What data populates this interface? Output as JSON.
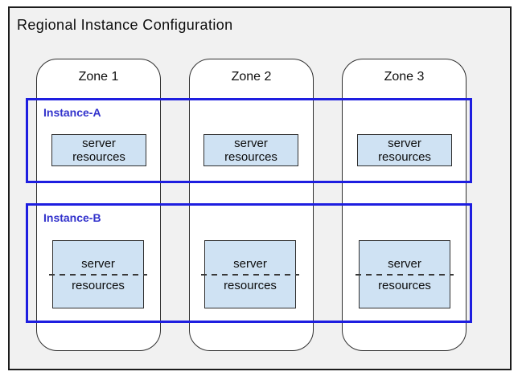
{
  "diagram": {
    "title": "Regional Instance Configuration"
  },
  "zones": [
    {
      "label": "Zone 1"
    },
    {
      "label": "Zone 2"
    },
    {
      "label": "Zone 3"
    }
  ],
  "instances": [
    {
      "label": "Instance-A",
      "server_boxes": [
        {
          "line1": "server",
          "line2": "resources",
          "divider": "none"
        },
        {
          "line1": "server",
          "line2": "resources",
          "divider": "none"
        },
        {
          "line1": "server",
          "line2": "resources",
          "divider": "none"
        }
      ]
    },
    {
      "label": "Instance-B",
      "server_boxes": [
        {
          "line1": "server",
          "line2": "resources",
          "divider": "dashed"
        },
        {
          "line1": "server",
          "line2": "resources",
          "divider": "dashed"
        },
        {
          "line1": "server",
          "line2": "resources",
          "divider": "dashed"
        }
      ]
    }
  ],
  "colors": {
    "region_fill": "#f1f1f1",
    "region_border": "#1c1c1c",
    "zone_fill": "#ffffff",
    "zone_border": "#2f2f2f",
    "instance_border": "#1e1ee0",
    "instance_label": "#3232cc",
    "server_box_fill": "#cfe2f3",
    "dash_color": "#3a3a3a",
    "text": "#0d0d0d"
  }
}
